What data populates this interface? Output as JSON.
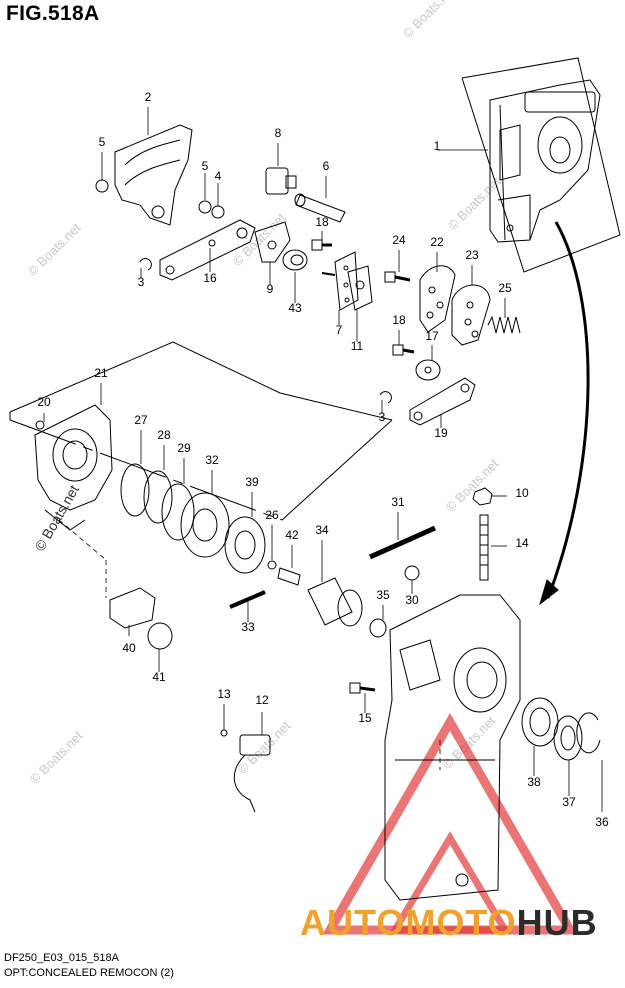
{
  "figure": {
    "title": "FIG.518A",
    "footer_line1": "DF250_E03_015_518A",
    "footer_line2": "OPT:CONCEALED REMOCON (2)"
  },
  "watermark": {
    "text": "© Boats.net"
  },
  "logo": {
    "part1": "AUTOMOTO",
    "part2": "HUB",
    "color1": "#f2a12c",
    "color2": "#2b2b2b",
    "triangle_color": "#e23a3a"
  },
  "part_numbers": [
    "1",
    "2",
    "3",
    "3",
    "4",
    "5",
    "5",
    "6",
    "7",
    "8",
    "9",
    "10",
    "11",
    "12",
    "13",
    "14",
    "15",
    "16",
    "17",
    "18",
    "18",
    "19",
    "20",
    "21",
    "22",
    "23",
    "24",
    "25",
    "26",
    "27",
    "28",
    "29",
    "30",
    "31",
    "32",
    "33",
    "34",
    "35",
    "36",
    "37",
    "38",
    "39",
    "40",
    "41",
    "42",
    "43"
  ]
}
